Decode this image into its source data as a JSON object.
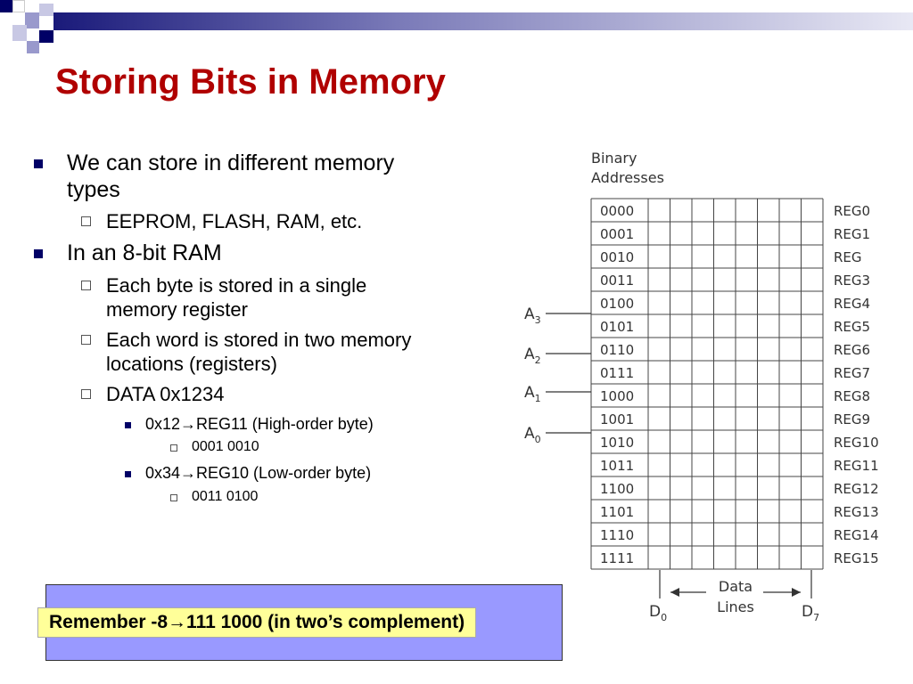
{
  "slide": {
    "title": "Storing Bits in Memory",
    "accent_color": "#b00000",
    "bullets": {
      "l1_a": "We can store in different memory",
      "l1_a2": "types",
      "l2_a": "EEPROM, FLASH, RAM, etc.",
      "l1_b": "In an 8-bit RAM",
      "l2_b1": "Each byte is stored in a single",
      "l2_b1b": "memory register",
      "l2_b2": "Each word is stored in two memory",
      "l2_b2b": "locations (registers)",
      "l2_b3": "DATA 0x1234",
      "l3_a": "0x12→REG11 (High-order byte)",
      "l4_a": "0001 0010",
      "l3_b": "0x34→REG10 (Low-order byte)",
      "l4_b": "0011 0100"
    },
    "callout": "Remember -8→111 1000 (in two’s complement)"
  },
  "diagram": {
    "header_line1": "Binary",
    "header_line2": "Addresses",
    "addresses": [
      "0000",
      "0001",
      "0010",
      "0011",
      "0100",
      "0101",
      "0110",
      "0111",
      "1000",
      "1001",
      "1010",
      "1011",
      "1100",
      "1101",
      "1110",
      "1111"
    ],
    "registers": [
      "REG0",
      "REG1",
      "REG",
      "REG3",
      "REG4",
      "REG5",
      "REG6",
      "REG7",
      "REG8",
      "REG9",
      "REG10",
      "REG11",
      "REG12",
      "REG13",
      "REG14",
      "REG15"
    ],
    "address_lines": [
      "A",
      "A",
      "A",
      "A"
    ],
    "address_line_subs": [
      "3",
      "2",
      "1",
      "0"
    ],
    "d_left": "D",
    "d_left_sub": "0",
    "d_right": "D",
    "d_right_sub": "7",
    "data_label_1": "Data",
    "data_label_2": "Lines"
  }
}
